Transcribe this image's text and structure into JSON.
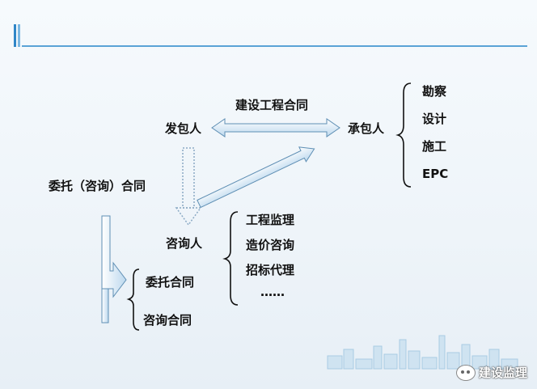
{
  "nodes": {
    "contract_label": "建设工程合同",
    "employer": "发包人",
    "contractor": "承包人",
    "entrust_contract": "委托（咨询）合同",
    "consultant": "咨询人",
    "entrust": "委托合同",
    "consult": "咨询合同"
  },
  "contractor_roles": [
    "勘察",
    "设计",
    "施工",
    "EPC"
  ],
  "consultant_services": [
    "工程监理",
    "造价咨询",
    "招标代理",
    "……"
  ],
  "watermark": "建设监理"
}
